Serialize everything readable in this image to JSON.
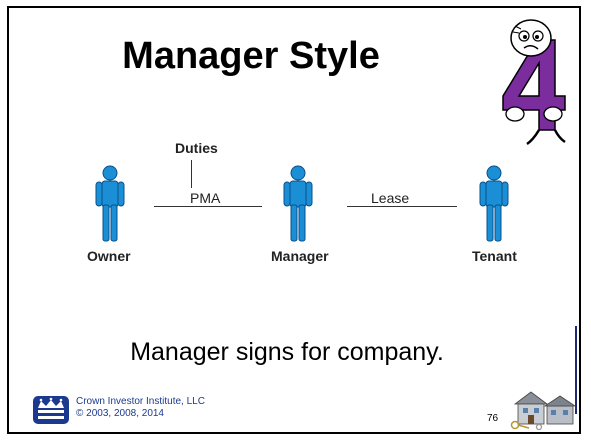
{
  "slide": {
    "title": "Manager Style",
    "caption": "Manager signs for company.",
    "page_number": "76",
    "footer": {
      "line1": "Crown Investor Institute, LLC",
      "line2": "© 2003, 2008, 2014"
    }
  },
  "diagram": {
    "nodes": [
      {
        "label": "Owner"
      },
      {
        "label": "Manager"
      },
      {
        "label": "Tenant"
      }
    ],
    "links": [
      {
        "label": "PMA",
        "from": "Owner",
        "to": "Manager"
      },
      {
        "label": "Lease",
        "from": "Manager",
        "to": "Tenant"
      }
    ],
    "duties_label": "Duties"
  },
  "colors": {
    "figure": "#1a8fd6",
    "figure_dark": "#0b4f8a",
    "mascot_number": "#7b2d9e",
    "logo": "#1b3a8f"
  },
  "icons": [
    "stick-figure-icon",
    "number-four-mascot",
    "crown-logo-icon",
    "house-with-keys-icon"
  ]
}
